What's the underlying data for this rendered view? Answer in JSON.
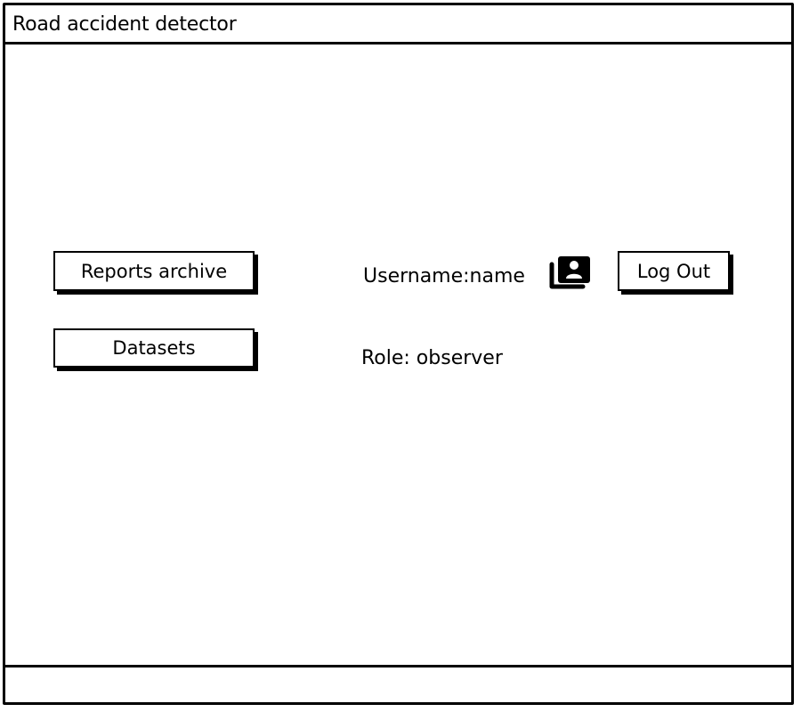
{
  "window": {
    "title": "Road accident detector"
  },
  "nav": {
    "reports_archive_label": "Reports archive",
    "datasets_label": "Datasets"
  },
  "user": {
    "username_text": "Username:name",
    "role_text": "Role: observer",
    "logout_label": "Log Out",
    "icon": "user-card-icon"
  },
  "colors": {
    "ink": "#000000",
    "background": "#ffffff"
  }
}
